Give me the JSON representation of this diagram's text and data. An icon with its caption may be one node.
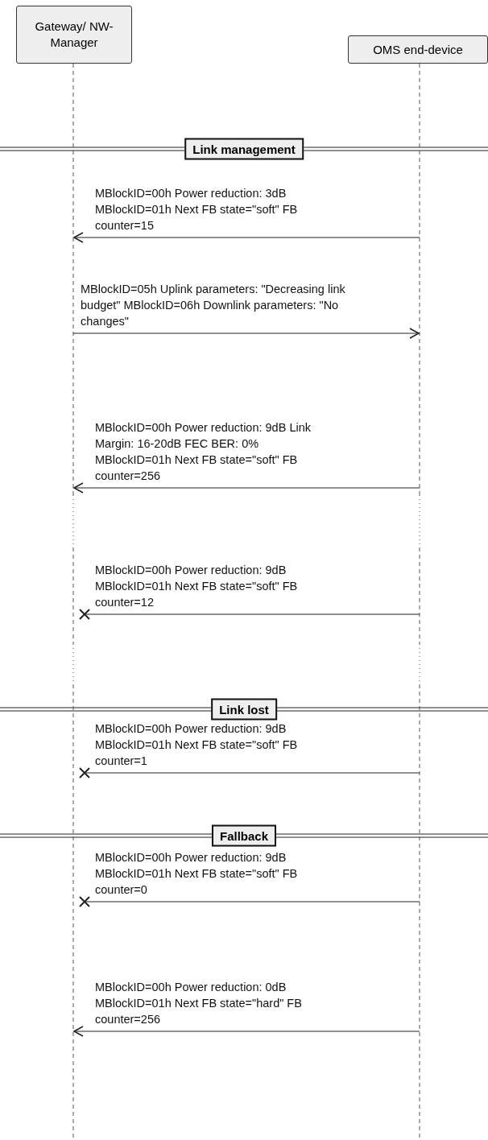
{
  "diagram": {
    "nodes": [
      {
        "text": [
          "Gateway/ NW-Manager"
        ]
      },
      {
        "text": [
          "OMS end-device"
        ]
      },
      {
        "text": [
          "Link management"
        ]
      },
      {
        "text": [
          "Link lost"
        ]
      },
      {
        "text": [
          "Fallback"
        ]
      }
    ],
    "edges": [
      {
        "from": 1,
        "to": 0,
        "arrow": "to",
        "label": "MBlockID=00h Power reduction: 3dB MBlockID=01h Next FB state=\"soft\" FB counter=15"
      },
      {
        "from": 0,
        "to": 1,
        "arrow": "to",
        "label": "MBlockID=05h Uplink parameters: \"Decreasing link budget\" MBlockID=06h Downlink parameters: \"No changes\""
      },
      {
        "from": 1,
        "to": 0,
        "arrow": "to",
        "label": "MBlockID=00h Power reduction: 9dB Link Margin: 16-20dB FEC BER: 0% MBlockID=01h Next FB state=\"soft\" FB counter=256"
      },
      {
        "from": 1,
        "to": 0,
        "arrow": "other",
        "label": "MBlockID=00h Power reduction: 9dB MBlockID=01h Next FB state=\"soft\" FB counter=12"
      },
      {
        "from": 1,
        "to": 0,
        "arrow": "other",
        "label": "MBlockID=00h Power reduction: 9dB MBlockID=01h Next FB state=\"soft\" FB counter=1"
      },
      {
        "from": 1,
        "to": 0,
        "arrow": "other",
        "label": "MBlockID=00h Power reduction: 9dB MBlockID=01h Next FB state=\"soft\" FB counter=0"
      },
      {
        "from": 1,
        "to": 0,
        "arrow": "to",
        "label": "MBlockID=00h Power reduction: 0dB MBlockID=01h Next FB state=\"hard\" FB counter=256"
      }
    ]
  }
}
